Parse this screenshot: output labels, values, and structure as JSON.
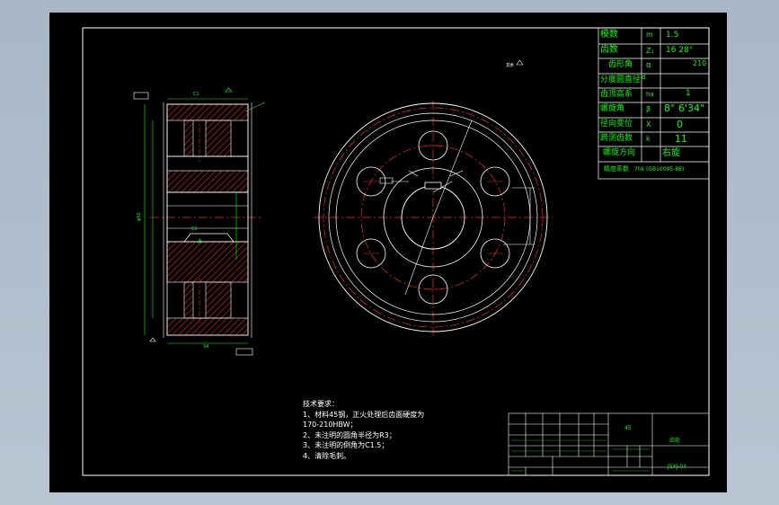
{
  "param_table": {
    "rows": [
      {
        "name": "模数",
        "sym": "m",
        "val": "1.5"
      },
      {
        "name": "齿数",
        "sym": "Z₁",
        "val": "16   28°"
      },
      {
        "name": "齿形角",
        "sym": "α",
        "val": "210"
      },
      {
        "name": "分度圆直径",
        "sym": "d",
        "val": ""
      },
      {
        "name": "齿顶高系",
        "sym": "ha",
        "val": "1"
      },
      {
        "name": "螺旋角",
        "sym": "β",
        "val": "8° 6'34\""
      },
      {
        "name": "径向变位",
        "sym": "X",
        "val": "0"
      },
      {
        "name": "跨测齿数",
        "sym": "k",
        "val": "11"
      },
      {
        "name": "螺旋方向",
        "sym": "",
        "val": "右旋"
      }
    ],
    "precision_label": "精度系数",
    "precision_value": "7hk (GB10095-88)"
  },
  "notes": {
    "title": "技术要求：",
    "lines": [
      "1、材料45钢，正火处理后齿面硬度为",
      "170-210HBW；",
      "2、未注明的圆角半径为R3；",
      "3、未注明的倒角为C1.5；",
      "4、清除毛刺。"
    ]
  },
  "title_block": {
    "material": "45",
    "part_name": "齿轮",
    "drawing_no": "JSXJ-04"
  },
  "colors": {
    "background": "#000000",
    "outline": "#ffffff",
    "dimension": "#00ff00",
    "centerline": "#ff0000",
    "hatch": "#ff0000"
  }
}
